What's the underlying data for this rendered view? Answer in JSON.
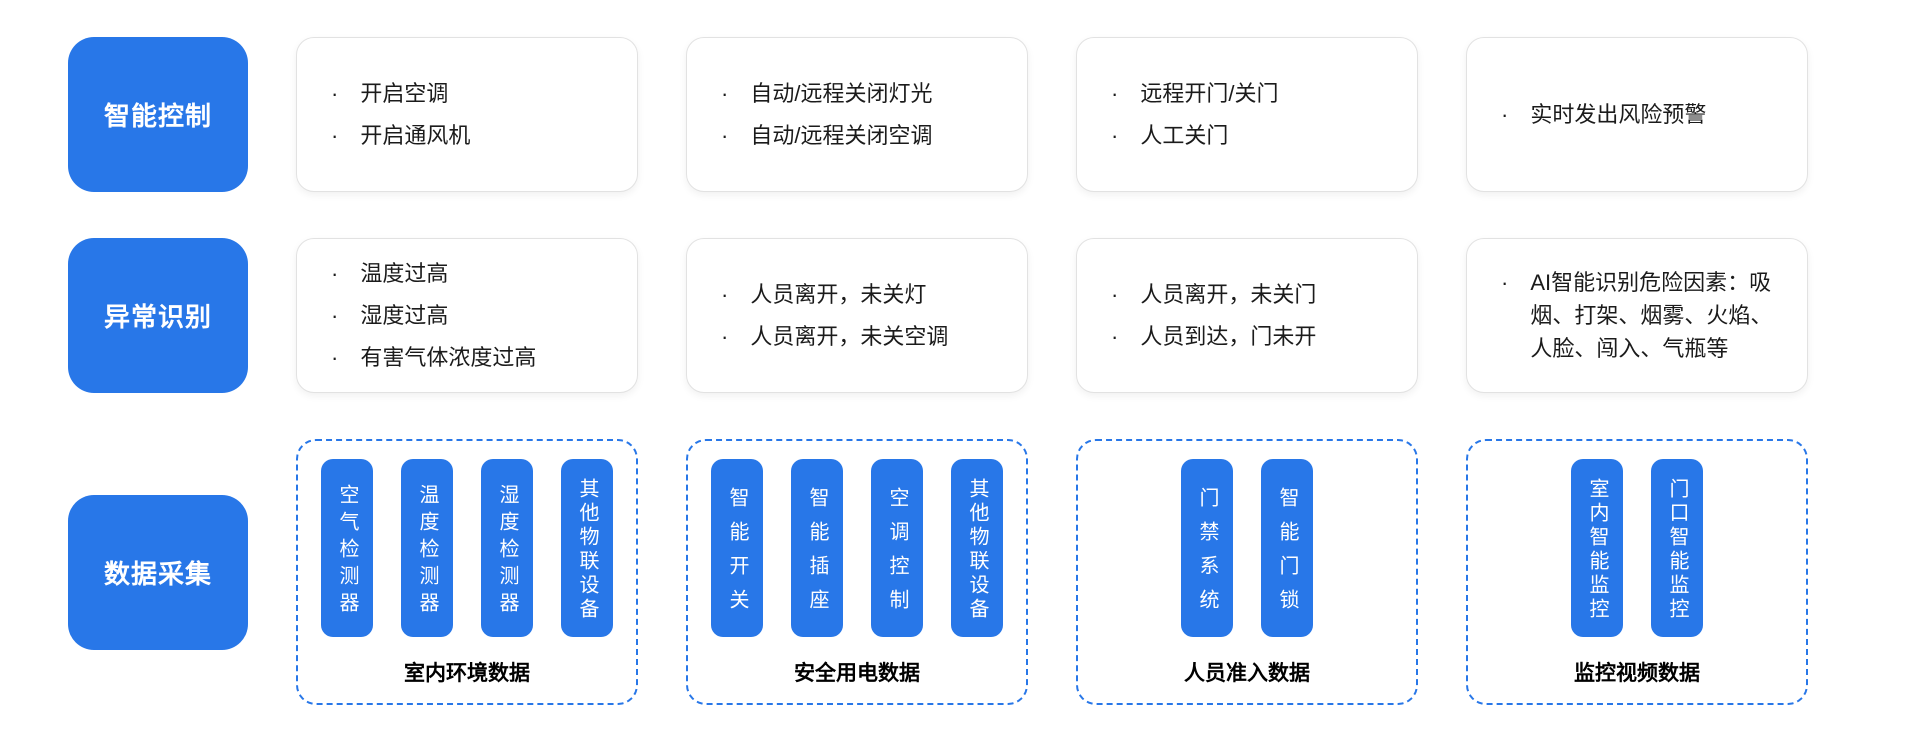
{
  "colors": {
    "accent": "#2877e8",
    "card_border": "#e2e2e2",
    "text": "#1b1b1b"
  },
  "rows": [
    {
      "label": "智能控制",
      "cards": [
        {
          "bullets": [
            "开启空调",
            "开启通风机"
          ]
        },
        {
          "bullets": [
            "自动/远程关闭灯光",
            "自动/远程关闭空调"
          ]
        },
        {
          "bullets": [
            "远程开门/关门",
            "人工关门"
          ]
        },
        {
          "bullets": [
            "实时发出风险预警"
          ]
        }
      ]
    },
    {
      "label": "异常识别",
      "cards": [
        {
          "bullets": [
            "温度过高",
            "湿度过高",
            "有害气体浓度过高"
          ]
        },
        {
          "bullets": [
            "人员离开，未关灯",
            "人员离开，未关空调"
          ]
        },
        {
          "bullets": [
            "人员离开，未关门",
            "人员到达，门未开"
          ]
        },
        {
          "bullets": [
            "AI智能识别危险因素：吸烟、打架、烟雾、火焰、人脸、闯入、气瓶等"
          ]
        }
      ]
    },
    {
      "label": "数据采集",
      "groups": [
        {
          "devices": [
            "空气检测器",
            "温度检测器",
            "湿度检测器",
            "其他物联设备"
          ],
          "caption": "室内环境数据"
        },
        {
          "devices": [
            "智能开关",
            "智能插座",
            "空调控制",
            "其他物联设备"
          ],
          "caption": "安全用电数据"
        },
        {
          "devices": [
            "门禁系统",
            "智能门锁"
          ],
          "caption": "人员准入数据"
        },
        {
          "devices": [
            "室内智能监控",
            "门口智能监控"
          ],
          "caption": "监控视频数据"
        }
      ]
    }
  ]
}
